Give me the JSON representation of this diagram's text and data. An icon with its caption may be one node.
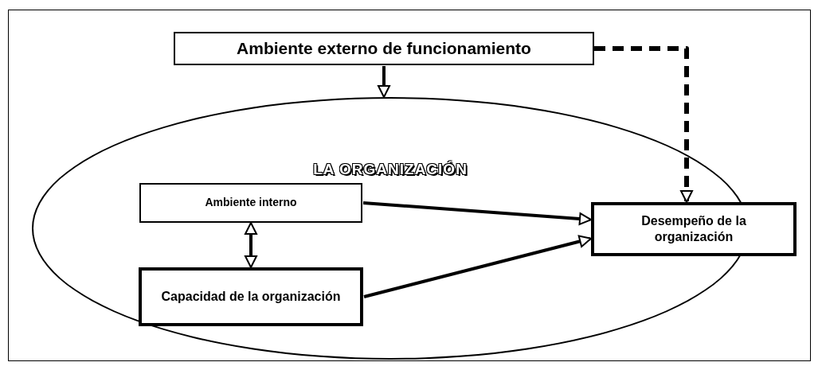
{
  "diagram": {
    "nodes": [
      {
        "text": [
          "Ambiente externo de funcionamiento"
        ]
      },
      {
        "text": [
          "LA ORGANIZACIÓN"
        ]
      },
      {
        "text": [
          "Ambiente interno"
        ],
        "in": 1
      },
      {
        "text": [
          "Capacidad de la organización"
        ],
        "in": 1
      },
      {
        "text": [
          "Desempeño de la organización"
        ]
      }
    ],
    "edges": [
      {
        "from": 0,
        "to": 1,
        "arrow": "to"
      },
      {
        "from": 0,
        "to": 4,
        "arrow": "to",
        "style": "dashed"
      },
      {
        "from": 2,
        "to": 3,
        "arrow": "both"
      },
      {
        "from": 2,
        "to": 4,
        "arrow": "to"
      },
      {
        "from": 3,
        "to": 4,
        "arrow": "to"
      }
    ]
  }
}
